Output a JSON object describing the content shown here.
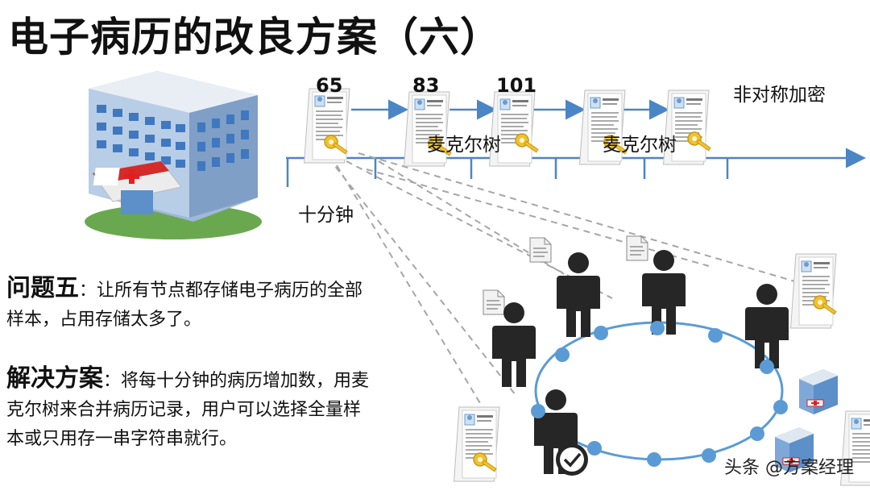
{
  "title": "电子病历的改良方案（六）",
  "timeline": {
    "numbers": [
      "65",
      "83",
      "101"
    ],
    "merkle_labels": [
      "麦克尔树",
      "麦克尔树"
    ],
    "interval_label": "十分钟",
    "encryption_label": "非对称加密"
  },
  "problem": {
    "heading": "问题五",
    "text": "：让所有节点都存储电子病历的全部样本，占用存储太多了。"
  },
  "solution": {
    "heading": "解决方案",
    "text": "：将每十分钟的病历增加数，用麦克尔树来合并病历记录，用户可以选择全量样本或只用存一串字符串就行。"
  },
  "watermark": "头条 @方案经理",
  "colors": {
    "arrow": "#4a86c5",
    "node": "#5b9bd5",
    "person": "#262626",
    "dashed": "#a6a6a6",
    "cross": "#e02020"
  },
  "icons": [
    "hospital-icon",
    "medical-record-icon",
    "key-icon",
    "person-icon",
    "checkmark-icon",
    "document-icon"
  ]
}
